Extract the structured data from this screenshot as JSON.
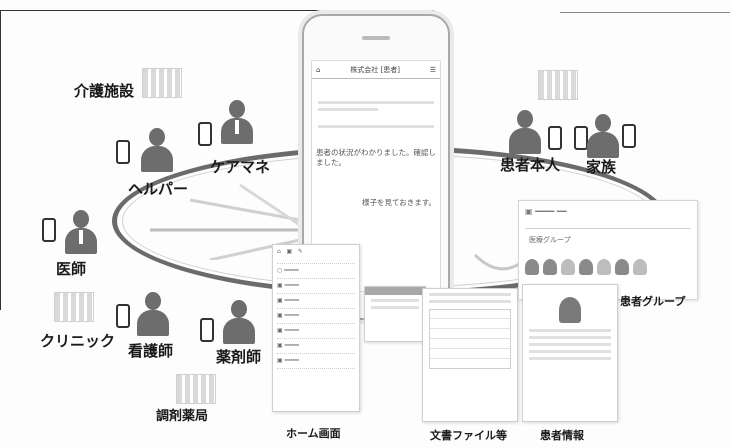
{
  "diagram": {
    "care_facility": "介護施設",
    "helper": "ヘルパー",
    "care_manager": "ケアマネ",
    "doctor": "医師",
    "clinic": "クリニック",
    "nurse": "看護師",
    "pharmacist": "薬剤師",
    "dispensing_pharmacy": "調剤薬局",
    "patient": "患者本人",
    "family": "家族",
    "patient_group": "患者グループ",
    "home_screen": "ホーム画面",
    "documents": "文書ファイル等",
    "patient_info": "患者情報"
  },
  "app_screen": {
    "header_title": "株式会社 [患者]",
    "message_1": "患者の状況がわかりました。確認しました。",
    "message_2": "様子を見ておきます。",
    "group_card_title": "医療グループ"
  },
  "colors": {
    "figure_dark": "#6d6d6d",
    "figure_light": "#e2e2e2",
    "ellipse": "#6b6b6b"
  }
}
